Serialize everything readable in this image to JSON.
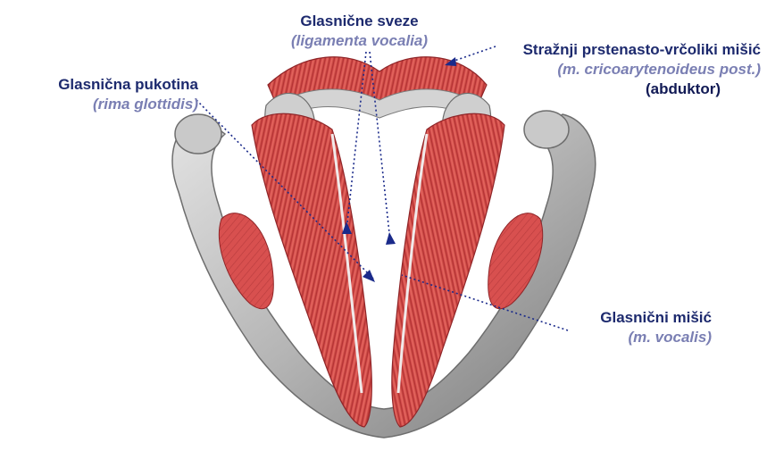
{
  "labels": {
    "ligaments": {
      "title": "Glasnične sveze",
      "latin": "(ligamenta vocalia)"
    },
    "posterior_muscle": {
      "title": "Stražnji prstenasto-vrčoliki mišić",
      "latin": "(m. cricoarytenoideus post.)",
      "note": "(abduktor)"
    },
    "rima": {
      "title": "Glasnična pukotina",
      "latin": "(rima glottidis)"
    },
    "vocalis": {
      "title": "Glasnični mišić",
      "latin": "(m. vocalis)"
    }
  },
  "colors": {
    "title_text": "#1d2a6e",
    "latin_text": "#7a7fb3",
    "leader_line": "#1a2a8a",
    "muscle": "#d9474a",
    "muscle_dark": "#a82a2e",
    "cartilage": "#bdbdbd",
    "cartilage_dark": "#7d7d7d"
  }
}
